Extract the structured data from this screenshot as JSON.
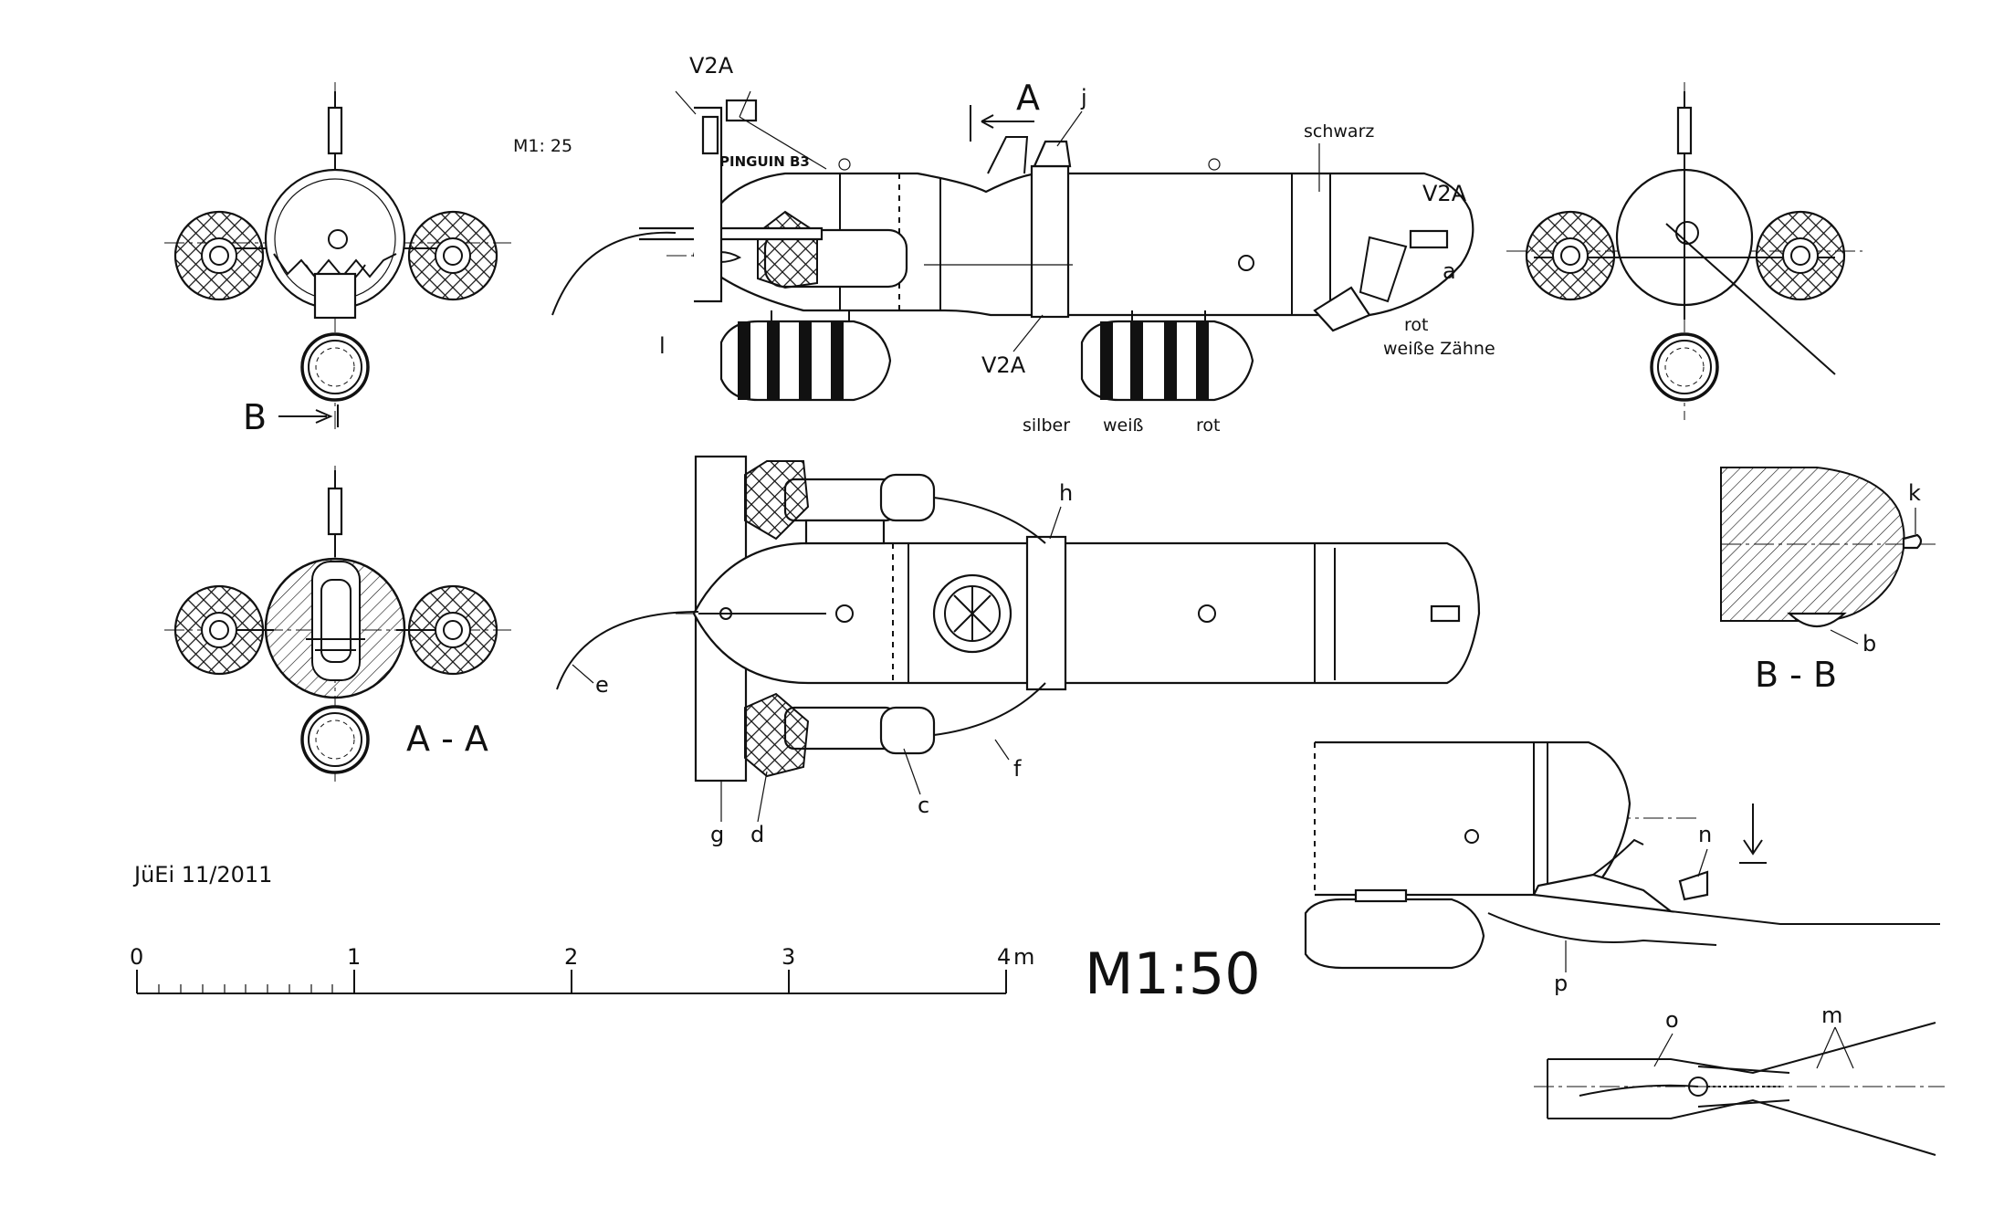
{
  "labels": {
    "v2a_top": "V2A",
    "section_a": "A",
    "j": "j",
    "m125": "M1: 25",
    "pinguin": "PINGUIN B3",
    "schwarz": "schwarz",
    "v2a_right": "V2A",
    "a": "a",
    "rot": "rot",
    "weisse_zaehne": "weiße Zähne",
    "l": "l",
    "v2a_bottom": "V2A",
    "silber": "silber",
    "weiss": "weiß",
    "rot2": "rot",
    "section_b": "B",
    "h": "h",
    "k": "k",
    "b": "b",
    "bb": "B - B",
    "aa": "A - A",
    "e": "e",
    "f": "f",
    "c": "c",
    "g": "g",
    "d": "d",
    "n": "n",
    "p": "p",
    "o": "o",
    "m": "m",
    "author": "JüEi 11/2011",
    "scale_title": "M1:50"
  },
  "scale_bar": {
    "ticks": [
      "0",
      "1",
      "2",
      "3",
      "4"
    ],
    "unit": "m"
  }
}
